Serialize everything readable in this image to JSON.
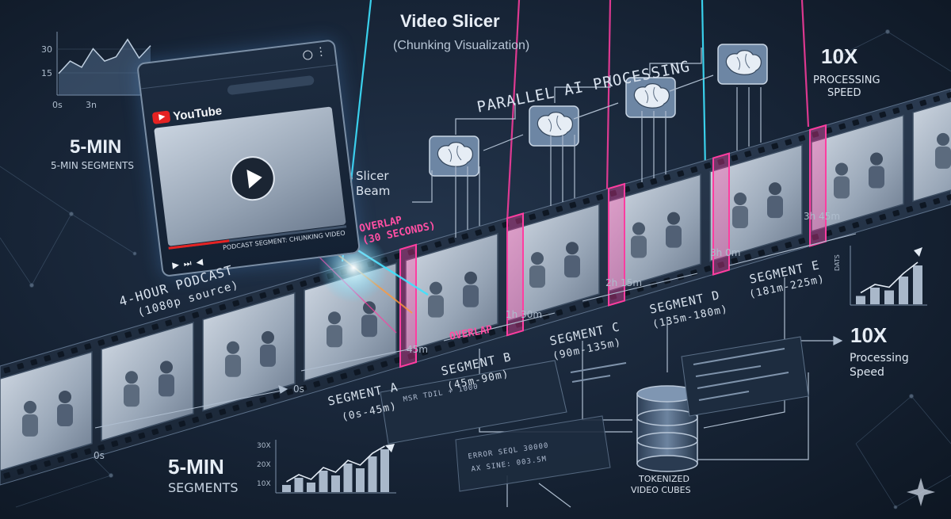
{
  "header": {
    "title": "Video Slicer",
    "subtitle": "(Chunking Visualization)"
  },
  "labels": {
    "five_min_big": "5-MIN",
    "five_min_segments": "5-MIN SEGMENTS",
    "slicer_beam_line1": "Slicer",
    "slicer_beam_line2": "Beam",
    "podcast_line1": "4-HOUR PODCAST",
    "podcast_line2": "(1080p source)",
    "parallel": "PARALLEL AI PROCESSING",
    "ten_x": "10X",
    "processing_speed_line1": "PROCESSING",
    "processing_speed_line2": "SPEED",
    "ten_x_right": "10X",
    "processing_right_line1": "Processing",
    "processing_right_line2": "Speed",
    "overlap_top_line1": "OVERLAP",
    "overlap_top_line2": "(30 SECONDS)",
    "overlap_bottom": "OVERLAP",
    "bottom_five_min": "5-MIN",
    "bottom_segments": "SEGMENTS",
    "tokenized_line1": "TOKENIZED",
    "tokenized_line2": "VIDEO CUBES",
    "youtube": "YouTube",
    "video_caption": "PODCAST SEGMENT: CHUNKING VIDEO"
  },
  "timeline": {
    "t0_left": "0s",
    "t0": "0s",
    "t45": "45m",
    "t130": "1h 30m",
    "t215": "2h 15m",
    "t300": "3h 0m",
    "t345": "3h 45m"
  },
  "segments": [
    {
      "name": "SEGMENT A",
      "range": "(0s-45m)"
    },
    {
      "name": "SEGMENT B",
      "range": "(45m-90m)"
    },
    {
      "name": "SEGMENT C",
      "range": "(90m-135m)"
    },
    {
      "name": "SEGMENT D",
      "range": "(135m-180m)"
    },
    {
      "name": "SEGMENT E",
      "range": "(181m-225m)"
    }
  ],
  "mini_chart_top": {
    "y_ticks": [
      "30",
      "15"
    ],
    "x_ticks": [
      "0s",
      "3n"
    ],
    "values": [
      0.35,
      0.55,
      0.45,
      0.75,
      0.55,
      0.62,
      0.9,
      0.6,
      0.8
    ]
  },
  "mini_chart_bottom": {
    "y_ticks": [
      "30X",
      "20X",
      "10X"
    ],
    "bars": [
      0.15,
      0.3,
      0.2,
      0.45,
      0.35,
      0.6,
      0.5,
      0.75,
      0.9
    ]
  },
  "mini_chart_right": {
    "y_label": "DATS",
    "bars": [
      0.15,
      0.3,
      0.25,
      0.5,
      0.7
    ]
  },
  "code_fragments": [
    "MSR TDIL + 1000",
    "ERROR SEQL 30000",
    "AX SINE: 003.5M"
  ],
  "colors": {
    "cyan": "#3ee3ff",
    "pink": "#ff3da0",
    "brain_box": "#6d86a4"
  }
}
